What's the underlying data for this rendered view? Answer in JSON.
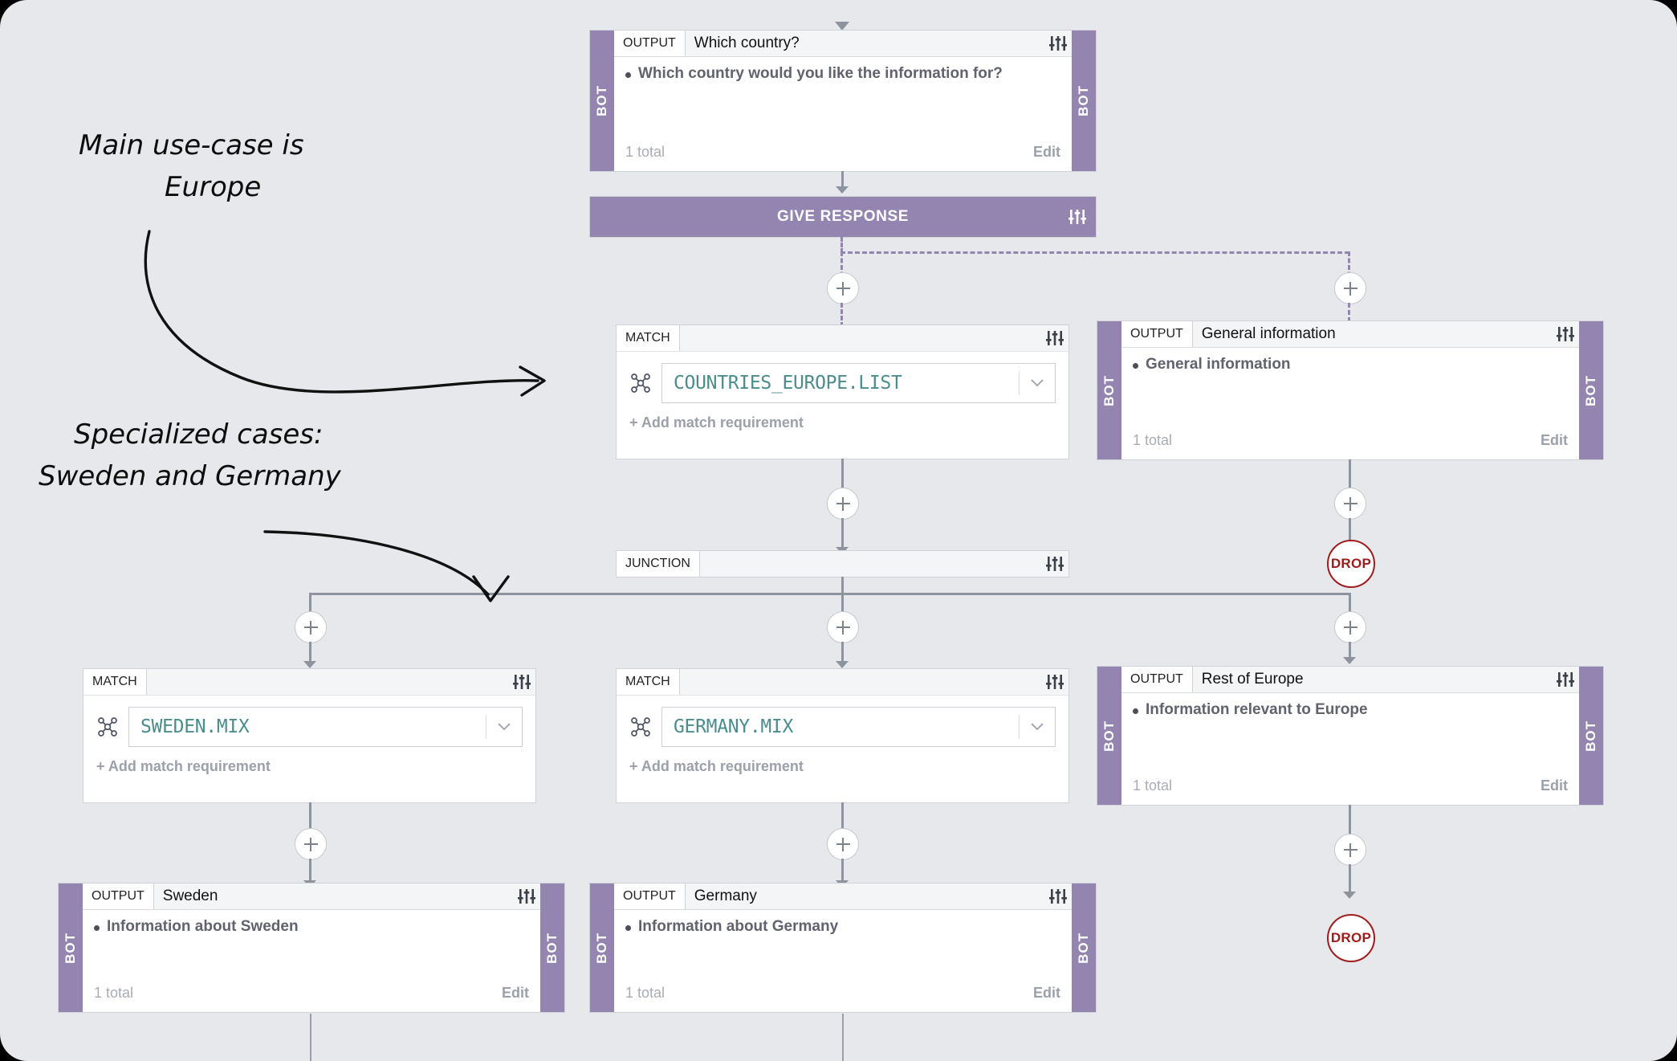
{
  "canvas": {
    "background": "#e6e8ec",
    "accent_purple": "#9385b0",
    "drop_red": "#a01c1c",
    "code_teal": "#4b8d8c"
  },
  "labels": {
    "output_tag": "OUTPUT",
    "match_tag": "MATCH",
    "junction_tag": "JUNCTION",
    "bot_rail": "BOT",
    "give_response": "GIVE RESPONSE",
    "add_match_requirement": "+ Add match requirement",
    "total": "1 total",
    "edit": "Edit",
    "drop": "DROP"
  },
  "icons": {
    "settings": "sliders-icon",
    "network": "network-graph-icon",
    "caret": "chevron-down-icon",
    "plus": "plus-icon"
  },
  "nodes": {
    "which_country": {
      "kind": "output",
      "tag": "OUTPUT",
      "title": "Which country?",
      "bullet": "Which country would you like the information for?",
      "total": "1 total",
      "edit": "Edit",
      "rail": "BOT"
    },
    "give_response": {
      "kind": "bar",
      "label": "GIVE RESPONSE"
    },
    "match_europe": {
      "kind": "match",
      "tag": "MATCH",
      "value": "COUNTRIES_EUROPE.LIST",
      "add": "+ Add match requirement"
    },
    "general_information": {
      "kind": "output",
      "tag": "OUTPUT",
      "title": "General information",
      "bullet": "General information",
      "total": "1 total",
      "edit": "Edit",
      "rail": "BOT"
    },
    "junction": {
      "kind": "junction",
      "tag": "JUNCTION"
    },
    "match_sweden": {
      "kind": "match",
      "tag": "MATCH",
      "value": "SWEDEN.MIX",
      "add": "+ Add match requirement"
    },
    "match_germany": {
      "kind": "match",
      "tag": "MATCH",
      "value": "GERMANY.MIX",
      "add": "+ Add match requirement"
    },
    "rest_of_europe": {
      "kind": "output",
      "tag": "OUTPUT",
      "title": "Rest of Europe",
      "bullet": "Information relevant to Europe",
      "total": "1 total",
      "edit": "Edit",
      "rail": "BOT"
    },
    "sweden_output": {
      "kind": "output",
      "tag": "OUTPUT",
      "title": "Sweden",
      "bullet": "Information about Sweden",
      "total": "1 total",
      "edit": "Edit",
      "rail": "BOT"
    },
    "germany_output": {
      "kind": "output",
      "tag": "OUTPUT",
      "title": "Germany",
      "bullet": "Information about Germany",
      "total": "1 total",
      "edit": "Edit",
      "rail": "BOT"
    },
    "drop_general": {
      "kind": "drop",
      "label": "DROP"
    },
    "drop_europe": {
      "kind": "drop",
      "label": "DROP"
    }
  },
  "annotations": [
    {
      "id": "ann-europe",
      "line1": "Main use-case is",
      "line2": "Europe"
    },
    {
      "id": "ann-specialized",
      "line1": "Specialized cases:",
      "line2": "Sweden and Germany"
    }
  ]
}
